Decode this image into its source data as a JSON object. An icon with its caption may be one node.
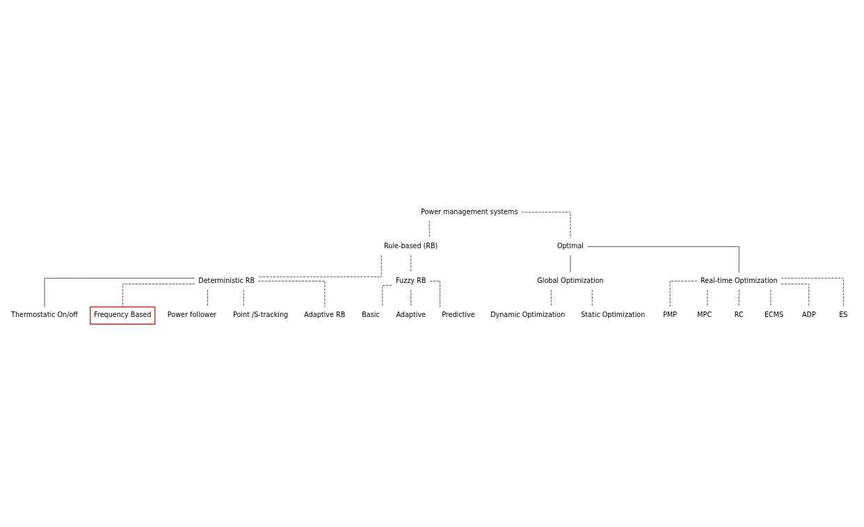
{
  "diagram": {
    "nodes": [
      {
        "text": [
          "Power management systems"
        ]
      },
      {
        "text": [
          "Rule-based (RB)"
        ]
      },
      {
        "text": [
          "Optimal"
        ]
      },
      {
        "text": [
          "Global Optimization"
        ]
      },
      {
        "text": [
          "Real-time Optimization"
        ]
      },
      {
        "text": [
          "Dynamic Optimization"
        ]
      },
      {
        "text": [
          "Static Optimization"
        ]
      },
      {
        "text": [
          "PMP"
        ]
      },
      {
        "text": [
          "MPC"
        ]
      },
      {
        "text": [
          "RC"
        ]
      },
      {
        "text": [
          "ECMS"
        ]
      },
      {
        "text": [
          "ADP"
        ]
      },
      {
        "text": [
          "ES"
        ]
      },
      {
        "text": [
          "Deterministic RB"
        ]
      },
      {
        "text": [
          "Fuzzy RB"
        ]
      },
      {
        "text": [
          "Thermostatic On/off"
        ]
      },
      {
        "text": [
          "Frequency Based"
        ]
      },
      {
        "text": [
          "Power follower"
        ]
      },
      {
        "text": [
          "Point /S-tracking"
        ]
      },
      {
        "text": [
          "Adaptive RB"
        ]
      },
      {
        "text": [
          "Basic"
        ]
      },
      {
        "text": [
          "Adaptive"
        ]
      },
      {
        "text": [
          "Predictive"
        ]
      }
    ],
    "edges": [
      {
        "from": 0,
        "to": 1,
        "arrow": "none",
        "style": "dashed"
      },
      {
        "from": 0,
        "to": 2,
        "arrow": "none",
        "style": "dashed"
      },
      {
        "from": 2,
        "to": 3,
        "arrow": "none"
      },
      {
        "from": 2,
        "to": 4,
        "arrow": "none"
      },
      {
        "from": 3,
        "to": 5,
        "arrow": "none",
        "style": "dashed"
      },
      {
        "from": 3,
        "to": 6,
        "arrow": "none",
        "style": "dashed"
      },
      {
        "from": 4,
        "to": 7,
        "arrow": "none",
        "style": "dashed"
      },
      {
        "from": 4,
        "to": 8,
        "arrow": "none",
        "style": "dashed"
      },
      {
        "from": 4,
        "to": 9,
        "arrow": "none",
        "style": "dashed"
      },
      {
        "from": 4,
        "to": 10,
        "arrow": "none",
        "style": "dashed"
      },
      {
        "from": 4,
        "to": 11,
        "arrow": "none",
        "style": "dashed"
      },
      {
        "from": 4,
        "to": 12,
        "arrow": "none",
        "style": "dashed"
      },
      {
        "from": 1,
        "to": 13,
        "arrow": "none",
        "style": "dashed"
      },
      {
        "from": 1,
        "to": 14,
        "arrow": "none",
        "style": "dashed"
      },
      {
        "from": 13,
        "to": 15,
        "arrow": "none"
      },
      {
        "from": 13,
        "to": 16,
        "arrow": "none",
        "style": "dashed"
      },
      {
        "from": 13,
        "to": 17,
        "arrow": "none",
        "style": "dashed"
      },
      {
        "from": 13,
        "to": 18,
        "arrow": "none",
        "style": "dashed"
      },
      {
        "from": 13,
        "to": 19,
        "arrow": "none",
        "style": "dashed"
      },
      {
        "from": 14,
        "to": 20,
        "arrow": "none",
        "style": "dashed"
      },
      {
        "from": 14,
        "to": 21,
        "arrow": "none",
        "style": "dashed"
      },
      {
        "from": 14,
        "to": 22,
        "arrow": "none",
        "style": "dashed"
      }
    ]
  }
}
